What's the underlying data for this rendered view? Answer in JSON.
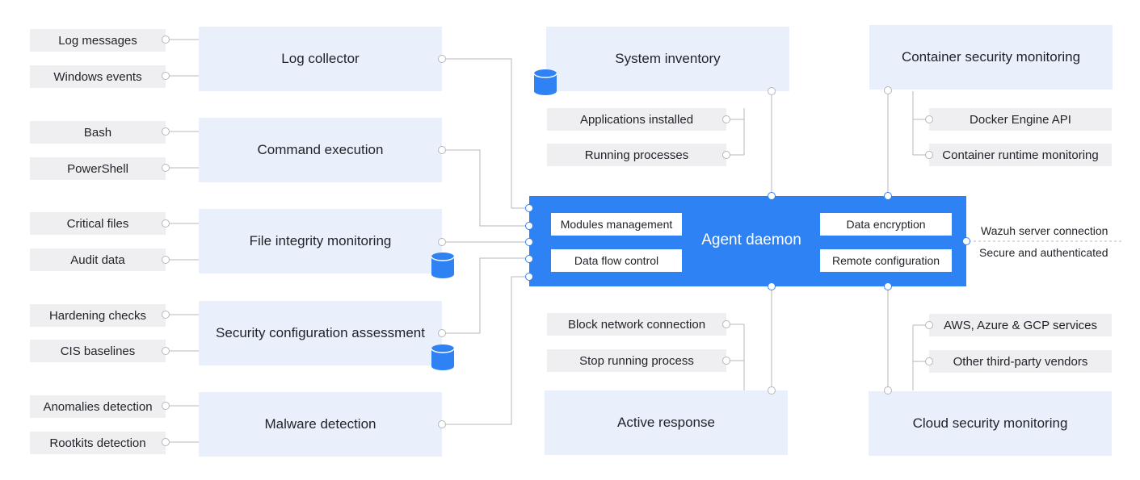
{
  "left_modules": [
    {
      "id": "log-collector",
      "label": "Log collector",
      "inputs": [
        "Log messages",
        "Windows events"
      ]
    },
    {
      "id": "command-execution",
      "label": "Command execution",
      "inputs": [
        "Bash",
        "PowerShell"
      ]
    },
    {
      "id": "file-integrity-monitoring",
      "label": "File integrity monitoring",
      "inputs": [
        "Critical files",
        "Audit data"
      ]
    },
    {
      "id": "security-configuration-assessment",
      "label": "Security configuration assessment",
      "inputs": [
        "Hardening checks",
        "CIS baselines"
      ]
    },
    {
      "id": "malware-detection",
      "label": "Malware detection",
      "inputs": [
        "Anomalies detection",
        "Rootkits detection"
      ]
    }
  ],
  "system_inventory": {
    "label": "System inventory",
    "items": [
      "Applications installed",
      "Running processes"
    ]
  },
  "active_response": {
    "label": "Active response",
    "items": [
      "Block network connection",
      "Stop running process"
    ]
  },
  "container_security": {
    "label": "Container security monitoring",
    "items": [
      "Docker Engine API",
      "Container runtime monitoring"
    ]
  },
  "cloud_security": {
    "label": "Cloud security monitoring",
    "items": [
      "AWS, Azure & GCP services",
      "Other third-party vendors"
    ]
  },
  "agent_daemon": {
    "title": "Agent daemon",
    "left_features": [
      "Modules management",
      "Data flow control"
    ],
    "right_features": [
      "Data encryption",
      "Remote configuration"
    ]
  },
  "server_connection": {
    "line1": "Wazuh server connection",
    "line2": "Secure and authenticated"
  },
  "colors": {
    "daemon_blue": "#2f82f3",
    "module_bg": "#eaf0fb",
    "tag_bg": "#efeff1",
    "database": "#2f82f3"
  }
}
